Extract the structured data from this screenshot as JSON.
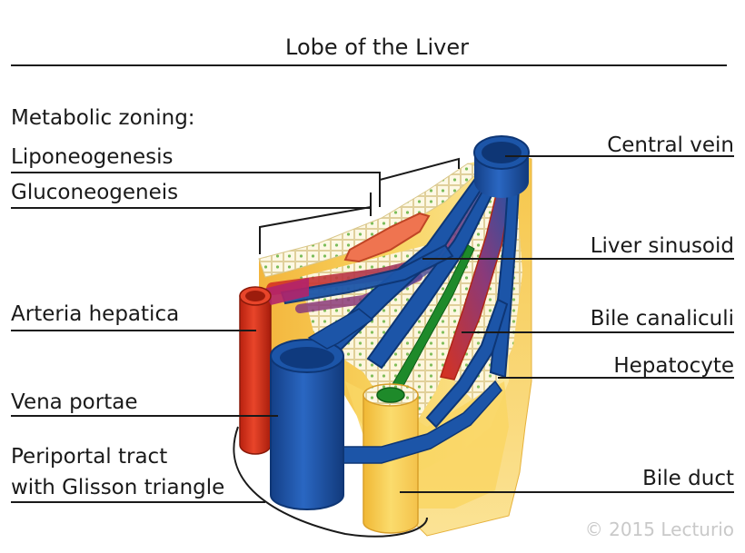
{
  "title": "Lobe of the Liver",
  "copyright": "© 2015 Lecturio",
  "labels": {
    "metabolic_zoning": "Metabolic zoning:",
    "liponeogenesis": "Liponeogenesis",
    "gluconeogenesis": "Gluconeogeneis",
    "arteria_hepatica": "Arteria hepatica",
    "vena_portae": "Vena portae",
    "periportal_line1": "Periportal tract",
    "periportal_line2": "with Glisson triangle",
    "central_vein": "Central vein",
    "liver_sinusoid": "Liver sinusoid",
    "bile_canaliculi": "Bile canaliculi",
    "hepatocyte": "Hepatocyte",
    "bile_duct": "Bile duct"
  },
  "colors": {
    "vein_blue": "#1c55a8",
    "artery_red": "#d8321e",
    "bile_green": "#1e8a2a",
    "tissue_yellow": "#f7cf55",
    "hepatocyte_cell": "#fbf4d6"
  }
}
